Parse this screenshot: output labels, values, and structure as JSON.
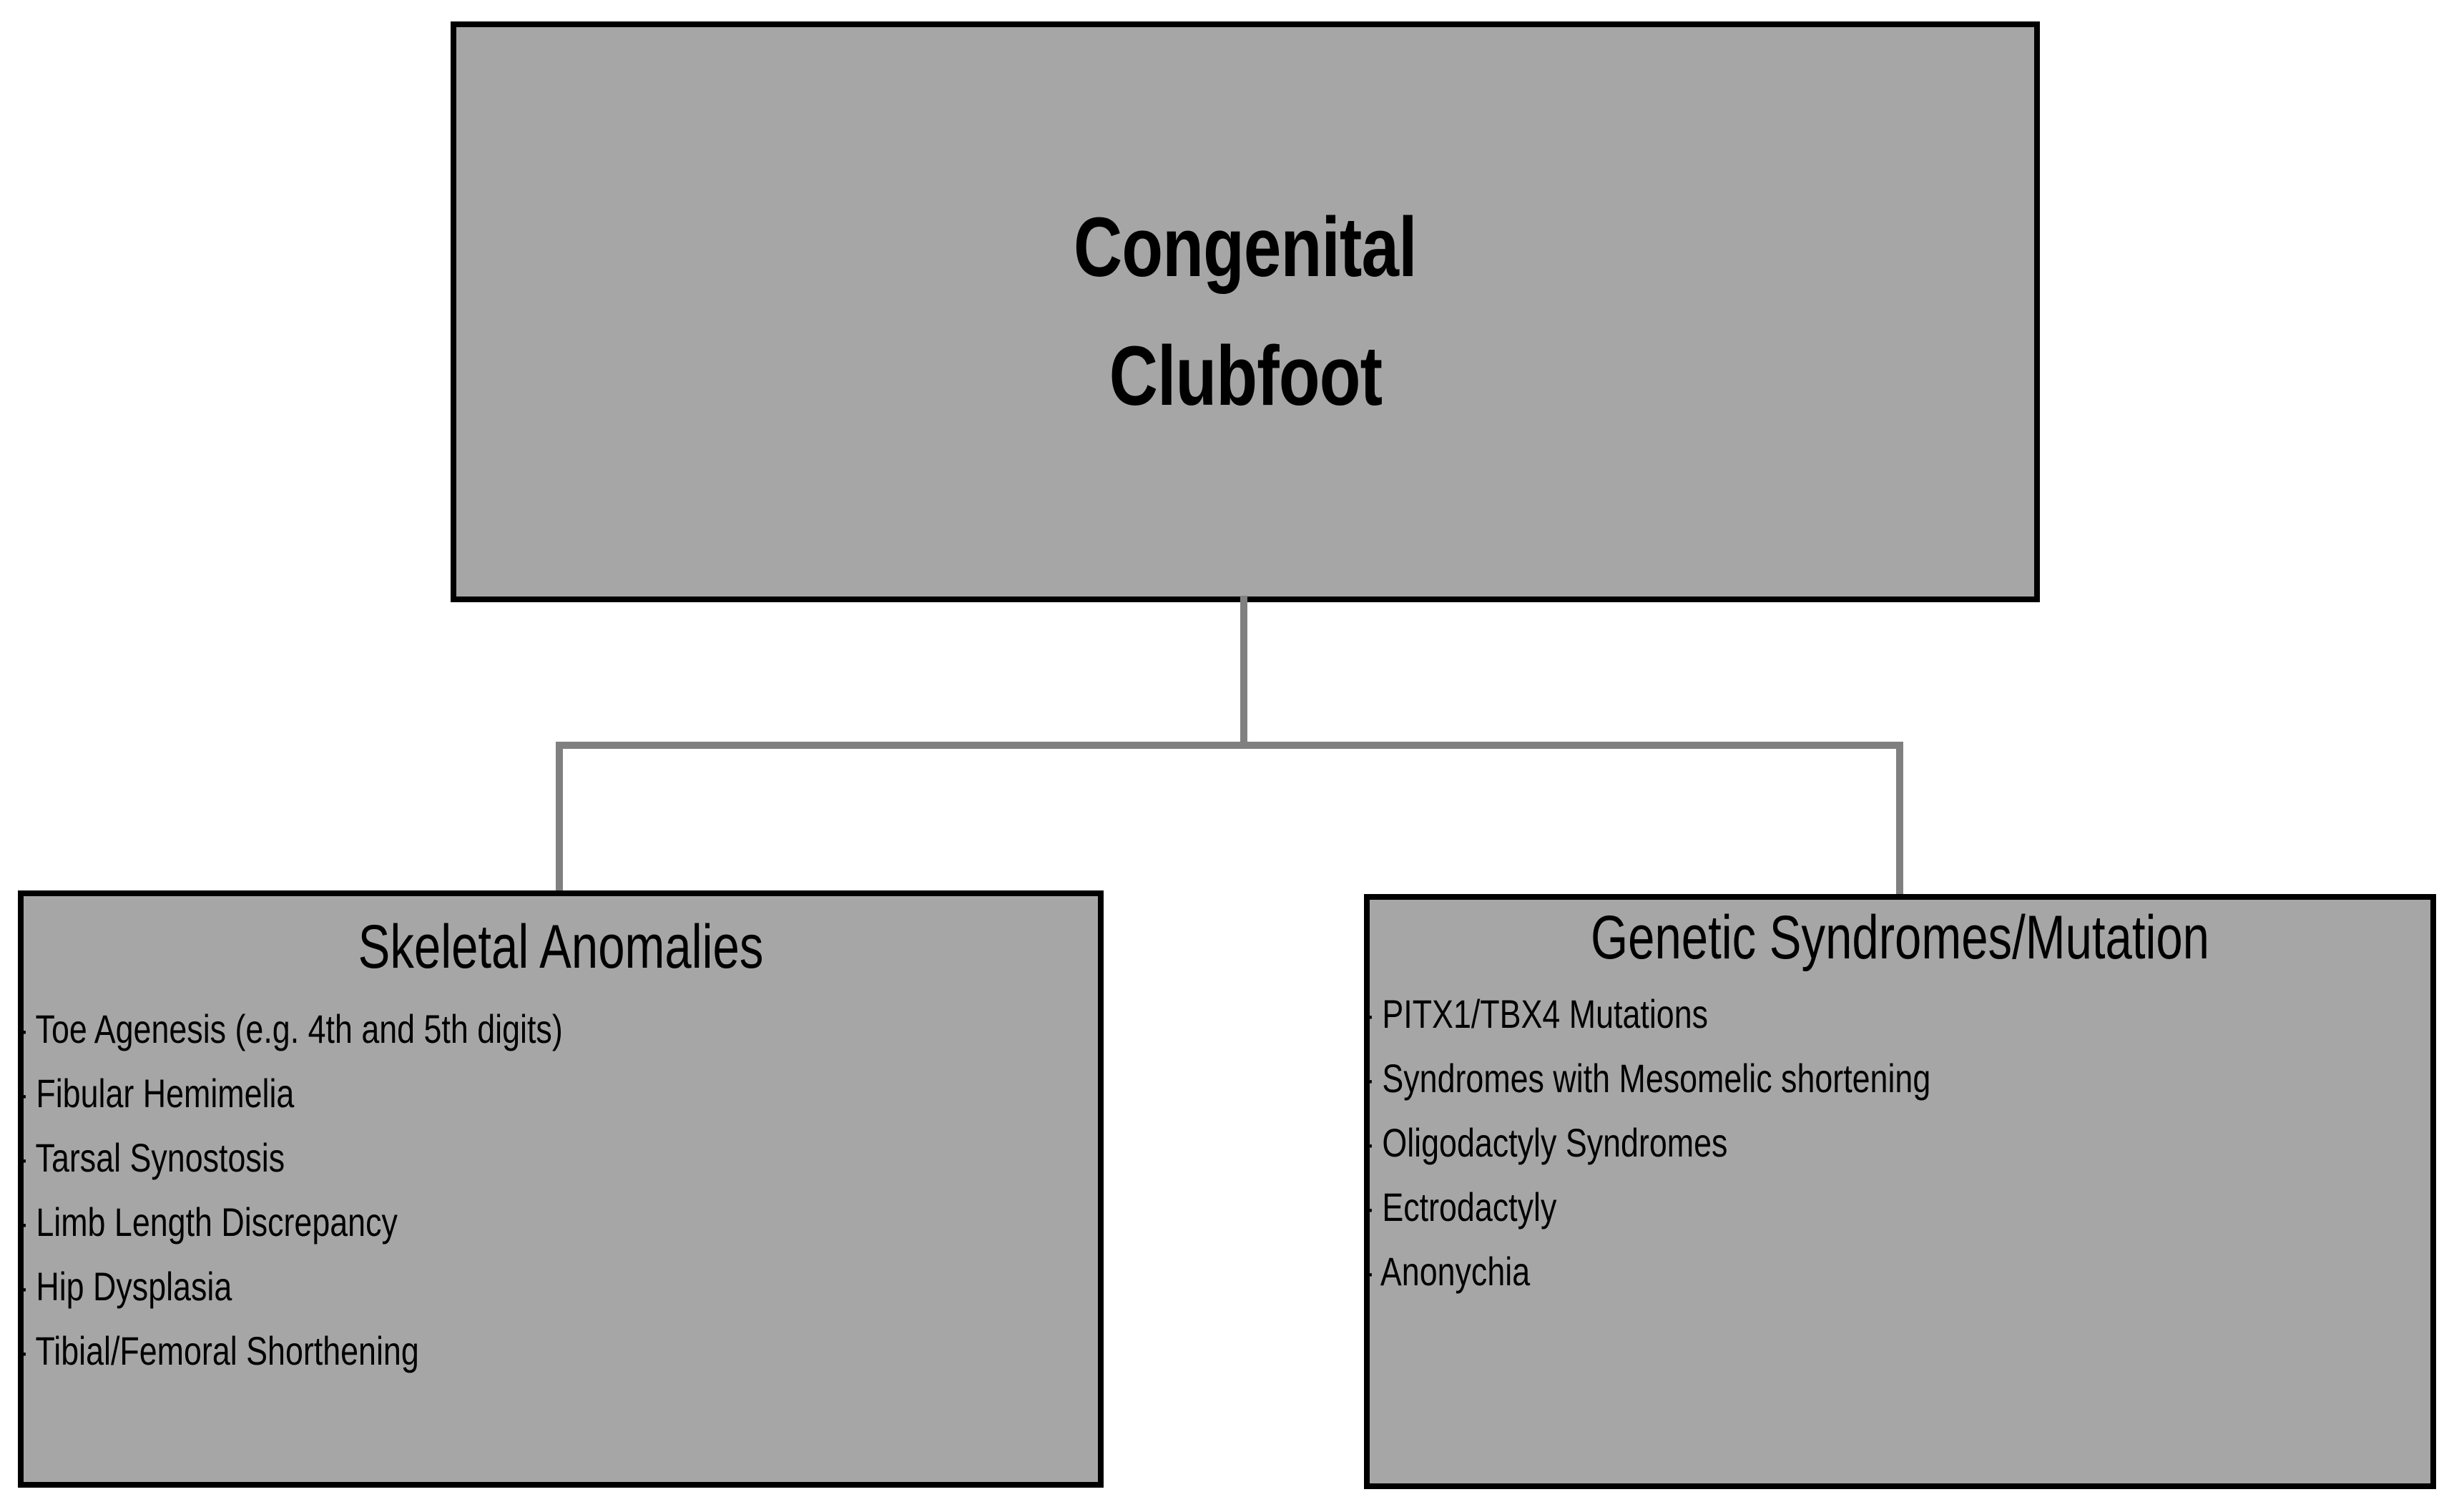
{
  "diagram": {
    "title_text": "Congenital Clubfoot",
    "background_color": "#ffffff",
    "box_fill_color": "#a6a6a6",
    "box_border_color": "#000000",
    "connector_color": "#808080",
    "text_color": "#000000"
  },
  "root": {
    "title_line_1": "Congenital",
    "title_line_2": "Clubfoot"
  },
  "children": {
    "skeletal": {
      "title": "Skeletal Anomalies",
      "items": [
        "- Toe Agenesis (e.g. 4th and 5th digits)",
        "- Fibular Hemimelia",
        "- Tarsal Synostosis",
        "- Limb Length Discrepancy",
        "- Hip Dysplasia",
        "- Tibial/Femoral Shorthening"
      ]
    },
    "genetic": {
      "title": "Genetic Syndromes/Mutation",
      "items": [
        "- PITX1/TBX4 Mutations",
        "- Syndromes with Mesomelic shortening",
        "- Oligodactyly Syndromes",
        "- Ectrodactyly",
        "- Anonychia"
      ]
    }
  }
}
